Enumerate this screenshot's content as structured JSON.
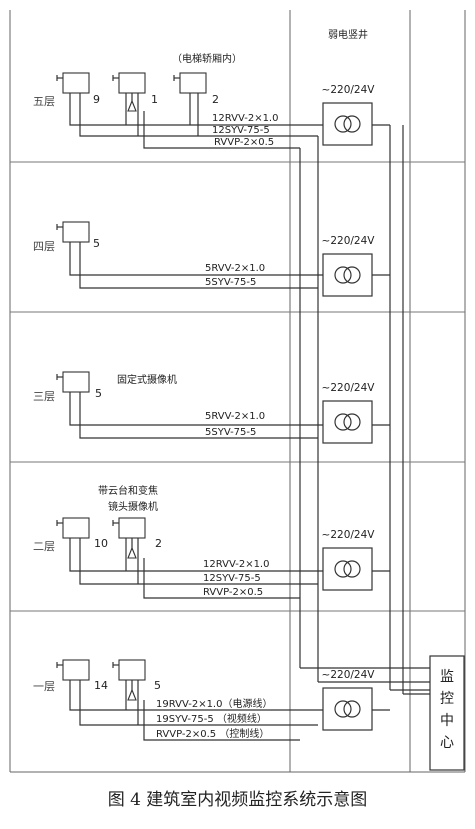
{
  "shaft_label": "弱电竖井",
  "transformer_label": "~220/24V",
  "control_center_chars": [
    "监",
    "控",
    "中",
    "心"
  ],
  "caption": "图 4  建筑室内视频监控系统示意图",
  "floors": [
    {
      "floor": "五层",
      "note": "（电梯轿厢内）",
      "cameras": [
        {
          "count": "9",
          "ptz": false
        },
        {
          "count": "1",
          "ptz": true
        },
        {
          "count": "2",
          "ptz": false
        }
      ],
      "cables": [
        "12RVV-2×1.0",
        "12SYV-75-5",
        "RVVP-2×0.5"
      ]
    },
    {
      "floor": "四层",
      "cameras": [
        {
          "count": "5",
          "ptz": false
        }
      ],
      "cables": [
        "5RVV-2×1.0",
        "5SYV-75-5"
      ]
    },
    {
      "floor": "三层",
      "note": "固定式摄像机",
      "cameras": [
        {
          "count": "5",
          "ptz": false
        }
      ],
      "cables": [
        "5RVV-2×1.0",
        "5SYV-75-5"
      ]
    },
    {
      "floor": "二层",
      "note_lines": [
        "带云台和变焦",
        "镜头摄像机"
      ],
      "cameras": [
        {
          "count": "10",
          "ptz": false
        },
        {
          "count": "2",
          "ptz": true
        }
      ],
      "cables": [
        "12RVV-2×1.0",
        "12SYV-75-5",
        "RVVP-2×0.5"
      ]
    },
    {
      "floor": "一层",
      "cameras": [
        {
          "count": "14",
          "ptz": false
        },
        {
          "count": "5",
          "ptz": true
        }
      ],
      "cables": [
        "19RVV-2×1.0（电源线）",
        "19SYV-75-5 （视频线）",
        "RVVP-2×0.5 （控制线）"
      ]
    }
  ]
}
